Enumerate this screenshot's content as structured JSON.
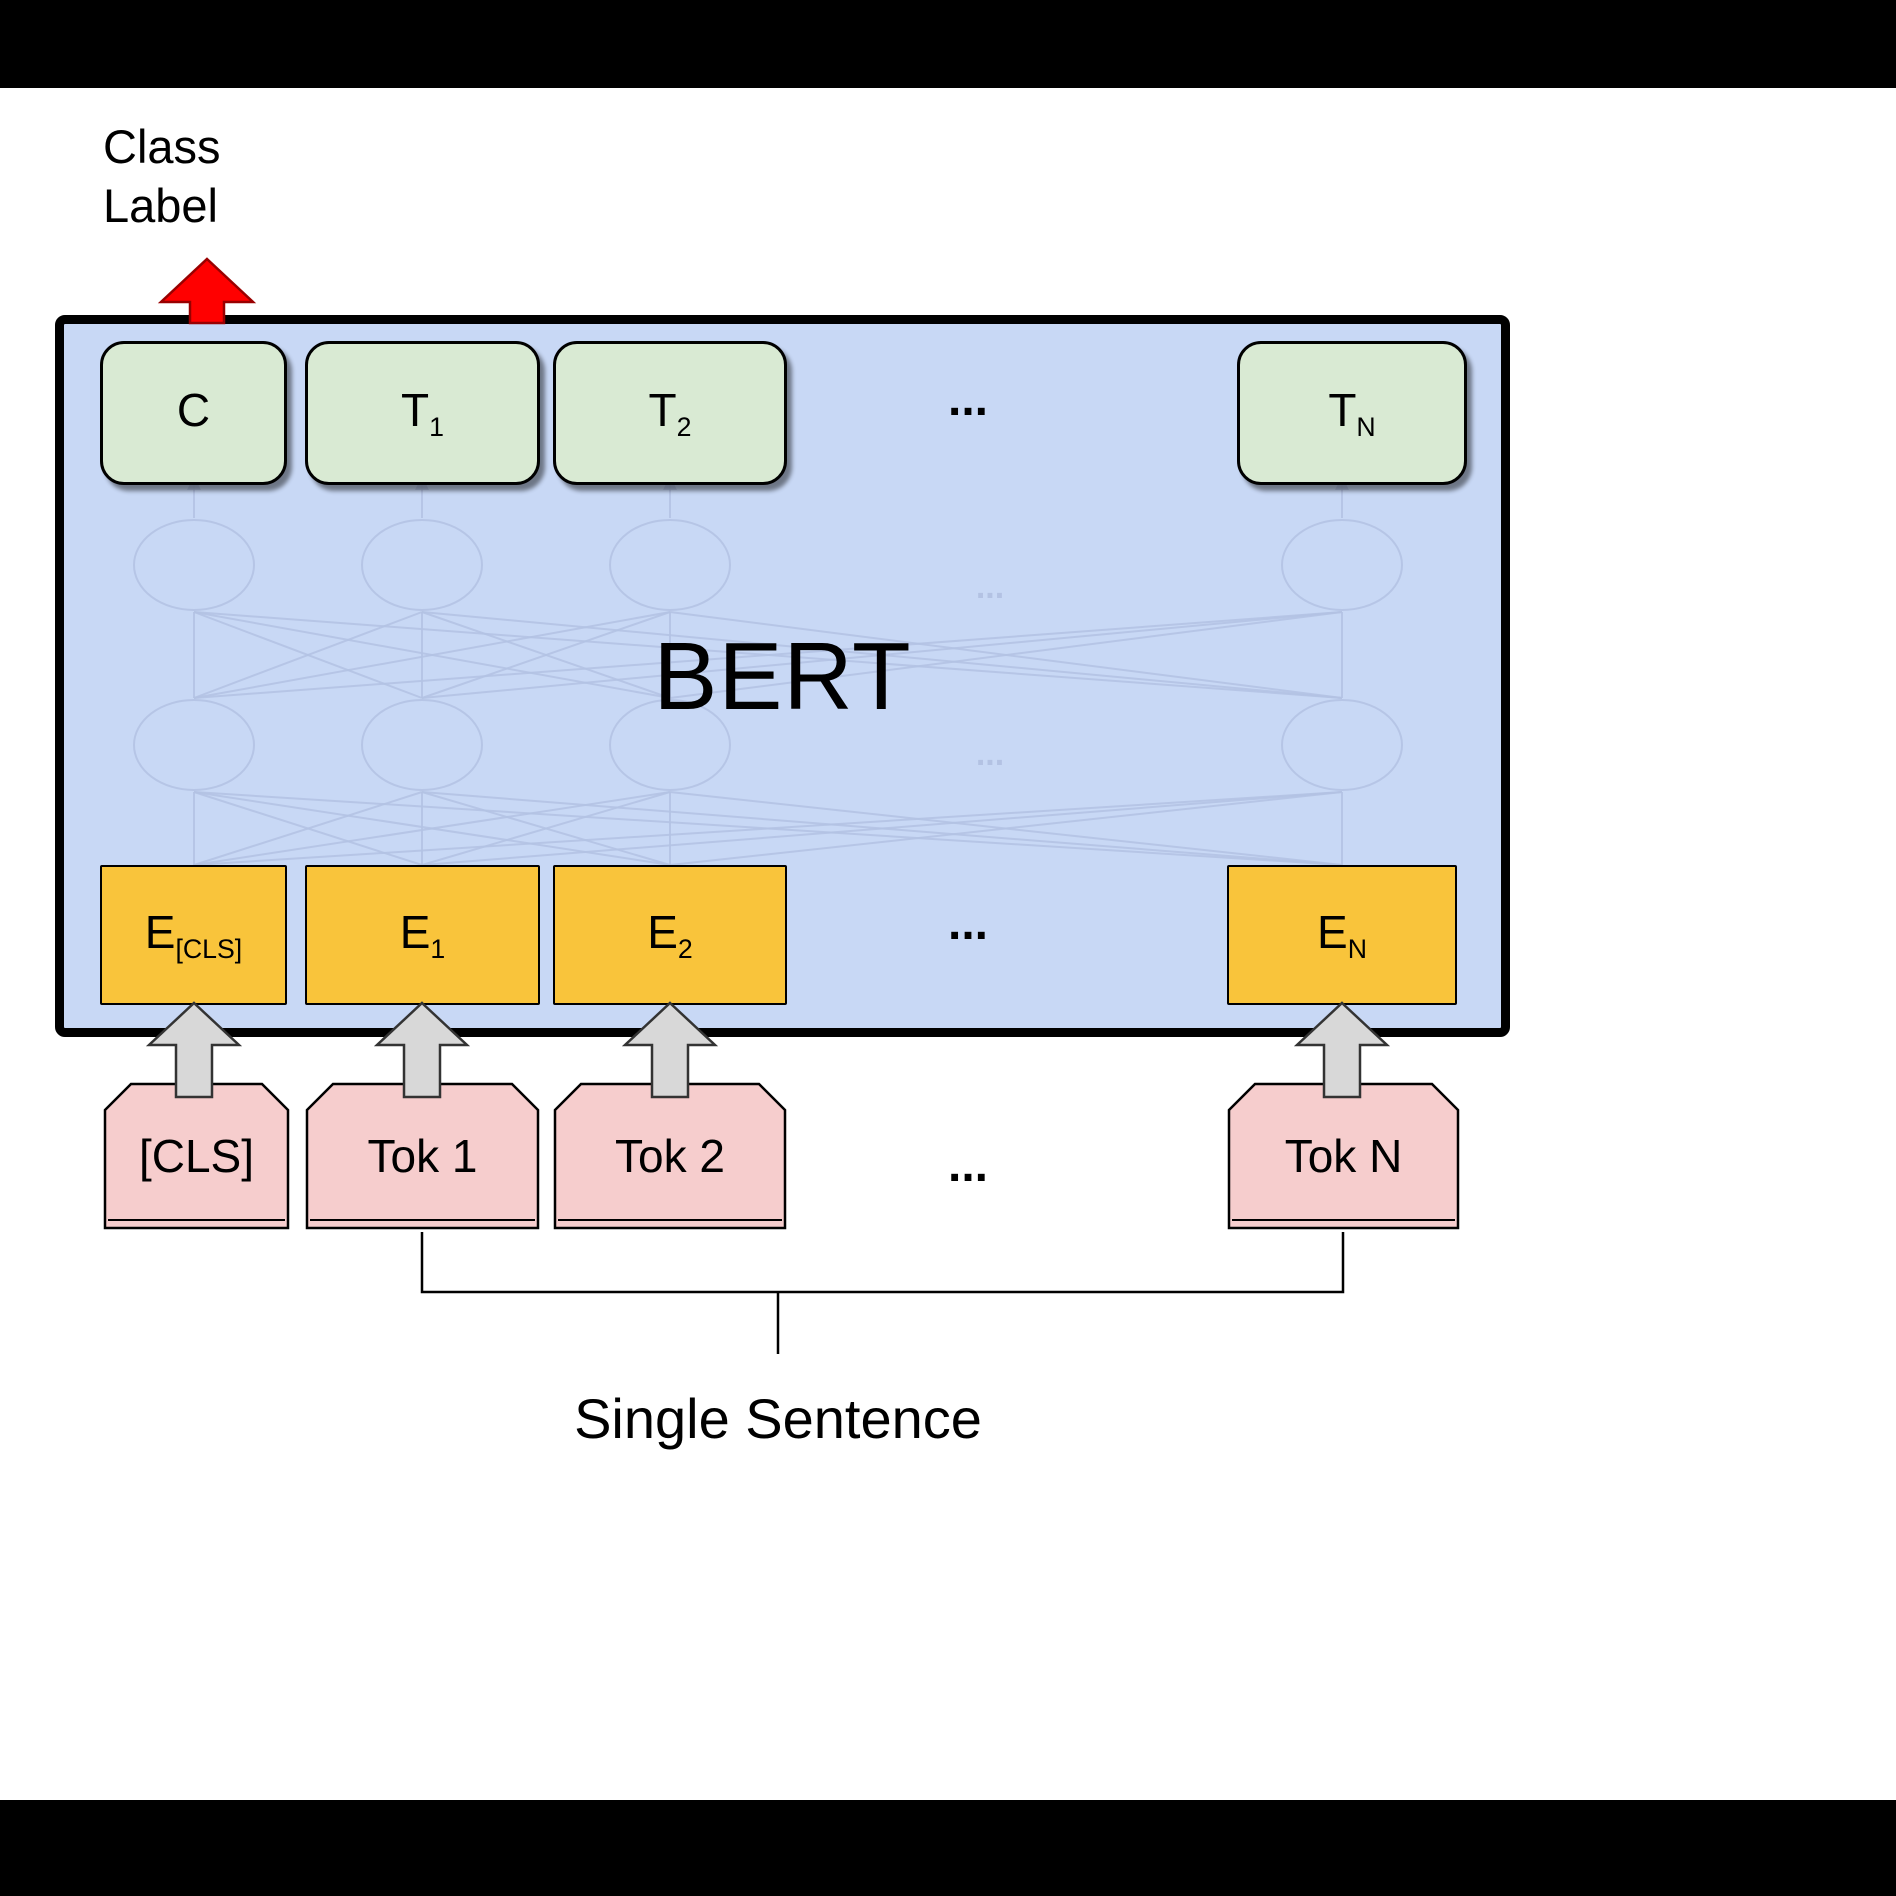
{
  "diagram": {
    "class_label": "Class\nLabel",
    "bert_label": "BERT",
    "ellipsis": "...",
    "single_sentence_label": "Single Sentence",
    "outputs": [
      {
        "base": "C",
        "sub": ""
      },
      {
        "base": "T",
        "sub": "1"
      },
      {
        "base": "T",
        "sub": "2"
      },
      {
        "base": "T",
        "sub": "N"
      }
    ],
    "embeddings": [
      {
        "base": "E",
        "sub": "[CLS]"
      },
      {
        "base": "E",
        "sub": "1"
      },
      {
        "base": "E",
        "sub": "2"
      },
      {
        "base": "E",
        "sub": "N"
      }
    ],
    "tokens": [
      {
        "label": "[CLS]"
      },
      {
        "label": "Tok 1"
      },
      {
        "label": "Tok 2"
      },
      {
        "label": "Tok N"
      }
    ],
    "colors": {
      "bert_fill": "#C8D8F5",
      "output_fill": "#D9EAD3",
      "embedding_fill": "#F9C43B",
      "token_fill": "#F6CDCD",
      "arrow_red": "#FF0000",
      "arrow_gray": "#D8D8D8",
      "network_faint": "#B3C2E3"
    }
  }
}
